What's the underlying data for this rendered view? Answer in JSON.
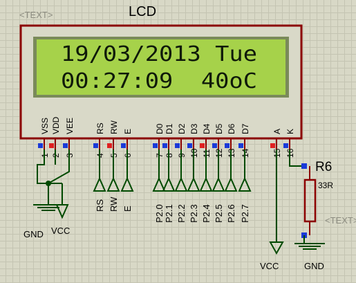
{
  "title": "LCD",
  "text_placeholder": "<TEXT>",
  "display": {
    "line1": "19/03/2013 Tue",
    "line2": "00:27:09  40oC"
  },
  "pins": [
    {
      "num": "1",
      "name": "VSS",
      "net": ""
    },
    {
      "num": "2",
      "name": "VDD",
      "net": ""
    },
    {
      "num": "3",
      "name": "VEE",
      "net": ""
    },
    {
      "num": "4",
      "name": "RS",
      "net": "RS"
    },
    {
      "num": "5",
      "name": "RW",
      "net": "RW"
    },
    {
      "num": "6",
      "name": "E",
      "net": "E"
    },
    {
      "num": "7",
      "name": "D0",
      "net": "P2.0"
    },
    {
      "num": "8",
      "name": "D1",
      "net": "P2.1"
    },
    {
      "num": "9",
      "name": "D2",
      "net": "P2.2"
    },
    {
      "num": "10",
      "name": "D3",
      "net": "P2.3"
    },
    {
      "num": "11",
      "name": "D4",
      "net": "P2.4"
    },
    {
      "num": "12",
      "name": "D5",
      "net": "P2.5"
    },
    {
      "num": "13",
      "name": "D6",
      "net": "P2.6"
    },
    {
      "num": "14",
      "name": "D7",
      "net": "P2.7"
    },
    {
      "num": "15",
      "name": "A",
      "net": ""
    },
    {
      "num": "16",
      "name": "K",
      "net": ""
    }
  ],
  "power": {
    "gnd": "GND",
    "vcc": "VCC"
  },
  "resistor": {
    "ref": "R6",
    "value": "33R"
  },
  "colors": {
    "wire": "#004a00",
    "body": "#8b0000",
    "frame_fill": "#d9d9c8",
    "screen": "#a6d24a",
    "pin_red": "#e02020",
    "pin_blue": "#1a3ad8"
  }
}
